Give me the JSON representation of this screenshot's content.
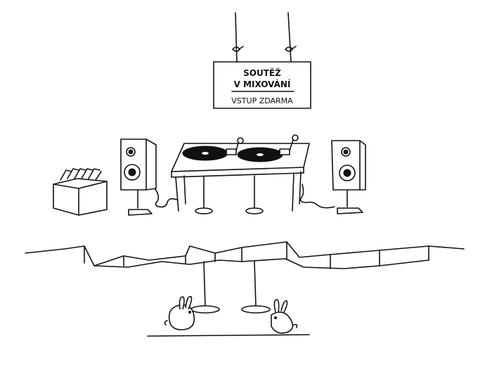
{
  "sign": {
    "line1": "SOUTĚŽ",
    "line2": "V MIXOVÁNÍ",
    "line3": "VSTUP ZDARMA"
  }
}
